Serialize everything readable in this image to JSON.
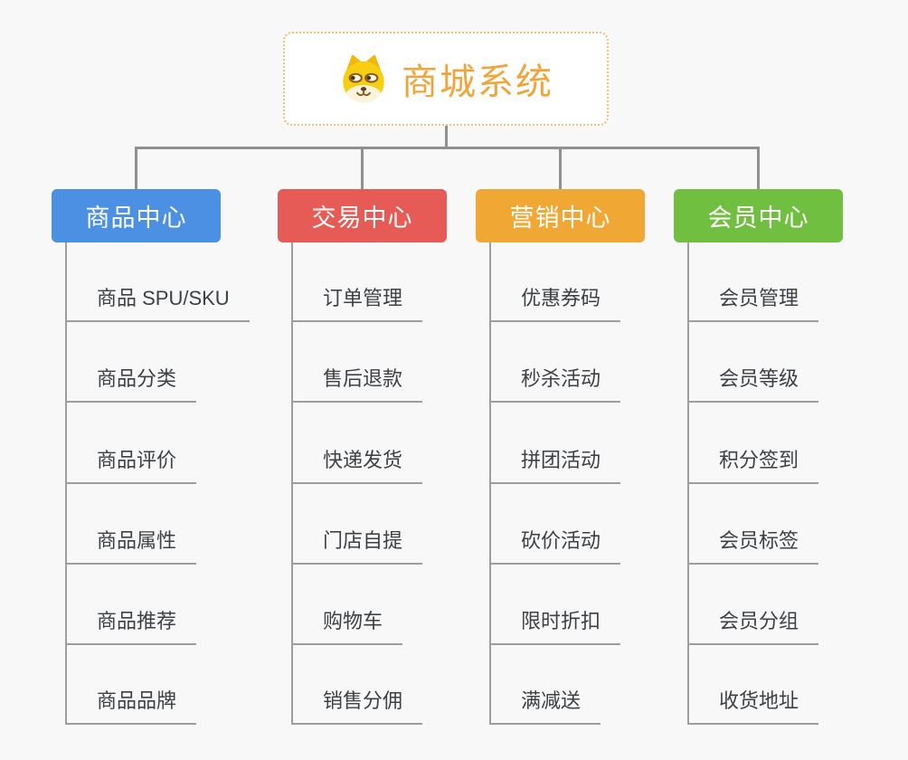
{
  "theme": {
    "bg": "#f8f8f8",
    "connector": "#909090",
    "line": "#9e9e9e",
    "leaf-text": "#3d4045"
  },
  "root": {
    "title": "商城系统",
    "icon": "shiba-dog-icon",
    "text_color": "#f0a53c",
    "border_color": "#f2be71"
  },
  "branches": [
    {
      "label": "商品中心",
      "color": "#4b90e2",
      "children": [
        "商品 SPU/SKU",
        "商品分类",
        "商品评价",
        "商品属性",
        "商品推荐",
        "商品品牌"
      ]
    },
    {
      "label": "交易中心",
      "color": "#e75b56",
      "children": [
        "订单管理",
        "售后退款",
        "快递发货",
        "门店自提",
        "购物车",
        "销售分佣"
      ]
    },
    {
      "label": "营销中心",
      "color": "#f0a733",
      "children": [
        "优惠券码",
        "秒杀活动",
        "拼团活动",
        "砍价活动",
        "限时折扣",
        "满减送"
      ]
    },
    {
      "label": "会员中心",
      "color": "#70bf41",
      "children": [
        "会员管理",
        "会员等级",
        "积分签到",
        "会员标签",
        "会员分组",
        "收货地址"
      ]
    }
  ]
}
